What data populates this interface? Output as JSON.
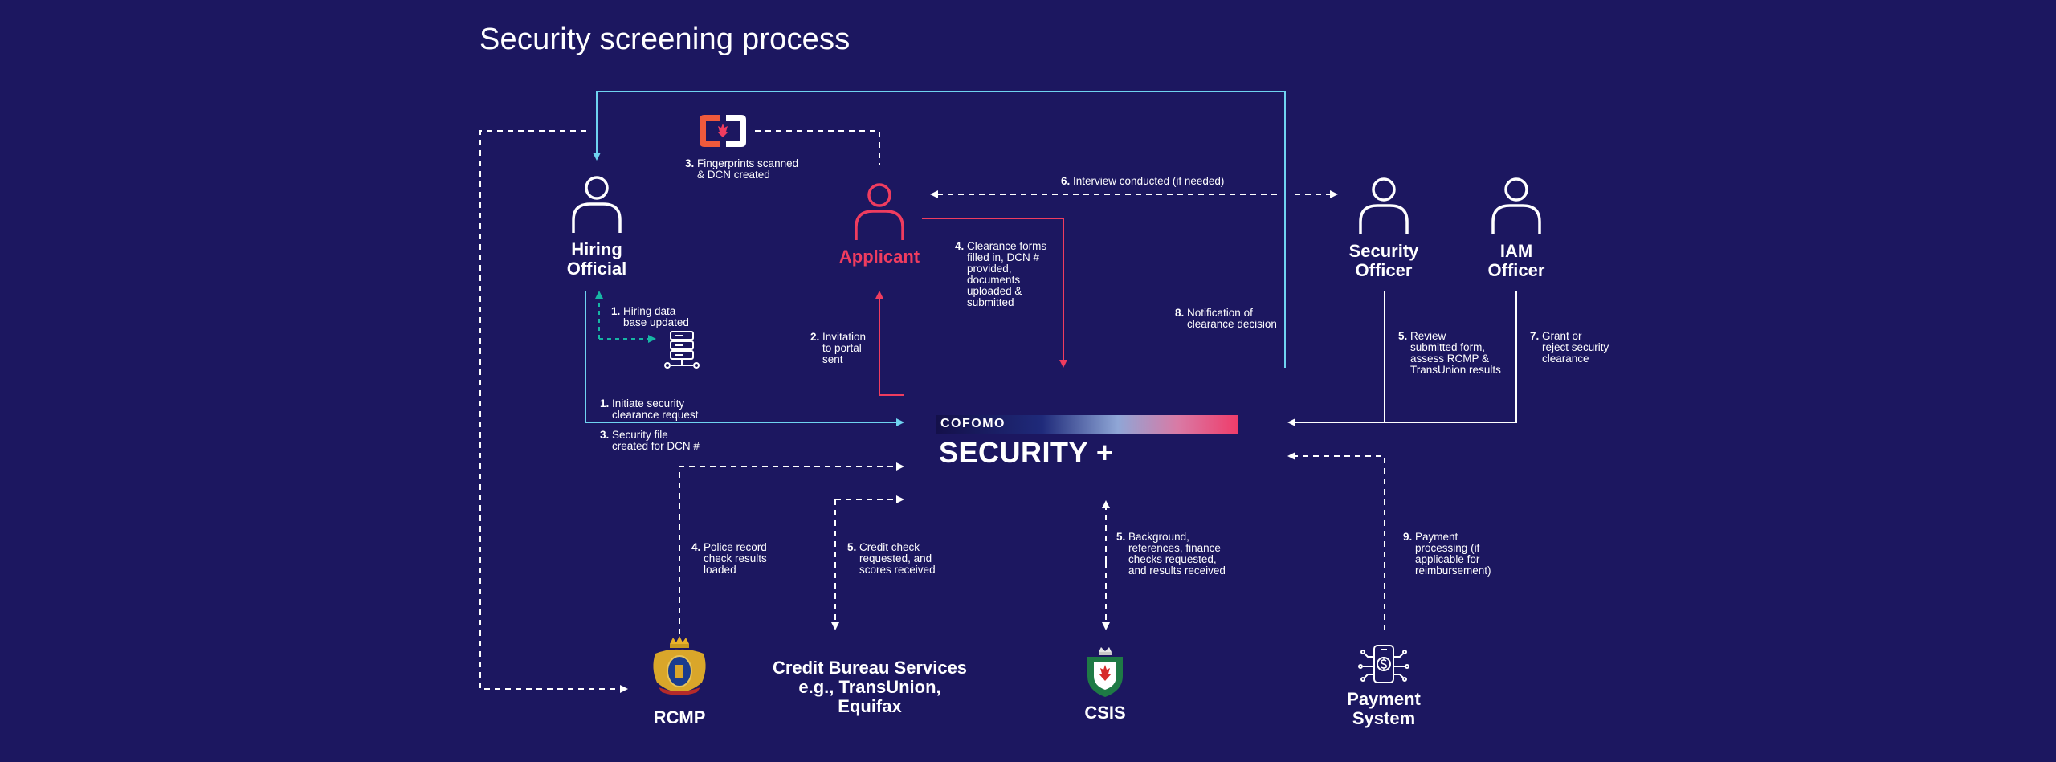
{
  "title": "Security screening process",
  "actors": {
    "hiring_official": "Hiring\nOfficial",
    "applicant": "Applicant",
    "security_officer": "Security\nOfficer",
    "iam_officer": "IAM\nOfficer",
    "rcmp": "RCMP",
    "credit_bureau": "Credit Bureau Services\ne.g., TransUnion,\nEquifax",
    "csis": "CSIS",
    "payment_system": "Payment\nSystem"
  },
  "logo": {
    "brand": "COFOMO",
    "product": "SECURITY +"
  },
  "steps": {
    "s1a": {
      "num": "1.",
      "text": "Hiring data\nbase updated"
    },
    "s1b": {
      "num": "1.",
      "text": "Initiate security\nclearance request"
    },
    "s2": {
      "num": "2.",
      "text": "Invitation\nto portal\nsent"
    },
    "s3a": {
      "num": "3.",
      "text": "Fingerprints scanned\n& DCN created"
    },
    "s3b": {
      "num": "3.",
      "text": "Security file\ncreated for DCN #"
    },
    "s4a": {
      "num": "4.",
      "text": "Clearance forms\nfilled in, DCN #\nprovided,\ndocuments\nuploaded &\nsubmitted"
    },
    "s4b": {
      "num": "4.",
      "text": "Police record\ncheck results\nloaded"
    },
    "s5a": {
      "num": "5.",
      "text": "Credit check\nrequested, and\nscores received"
    },
    "s5b": {
      "num": "5.",
      "text": "Background,\nreferences, finance\nchecks requested,\nand results received"
    },
    "s5c": {
      "num": "5.",
      "text": "Review\nsubmitted form,\nassess RCMP &\nTransUnion results"
    },
    "s6": {
      "num": "6.",
      "text": "Interview conducted (if needed)"
    },
    "s7": {
      "num": "7.",
      "text": "Grant or\nreject security\nclearance"
    },
    "s8": {
      "num": "8.",
      "text": "Notification of\nclearance decision"
    },
    "s9": {
      "num": "9.",
      "text": "Payment\nprocessing (if\napplicable for\nreimbursement)"
    }
  },
  "colors": {
    "background": "#1c1760",
    "applicant_red": "#ef3c5f",
    "flow_blue": "#6fd3f0",
    "flow_teal": "#17b6a4",
    "dashed_white": "#ffffff"
  },
  "icons": {
    "person": "person-icon",
    "server": "database-server-icon",
    "fingerprint_app": "canada-fingerprint-icon",
    "rcmp": "rcmp-crest-icon",
    "csis": "csis-crest-icon",
    "payment": "mobile-payment-icon"
  }
}
